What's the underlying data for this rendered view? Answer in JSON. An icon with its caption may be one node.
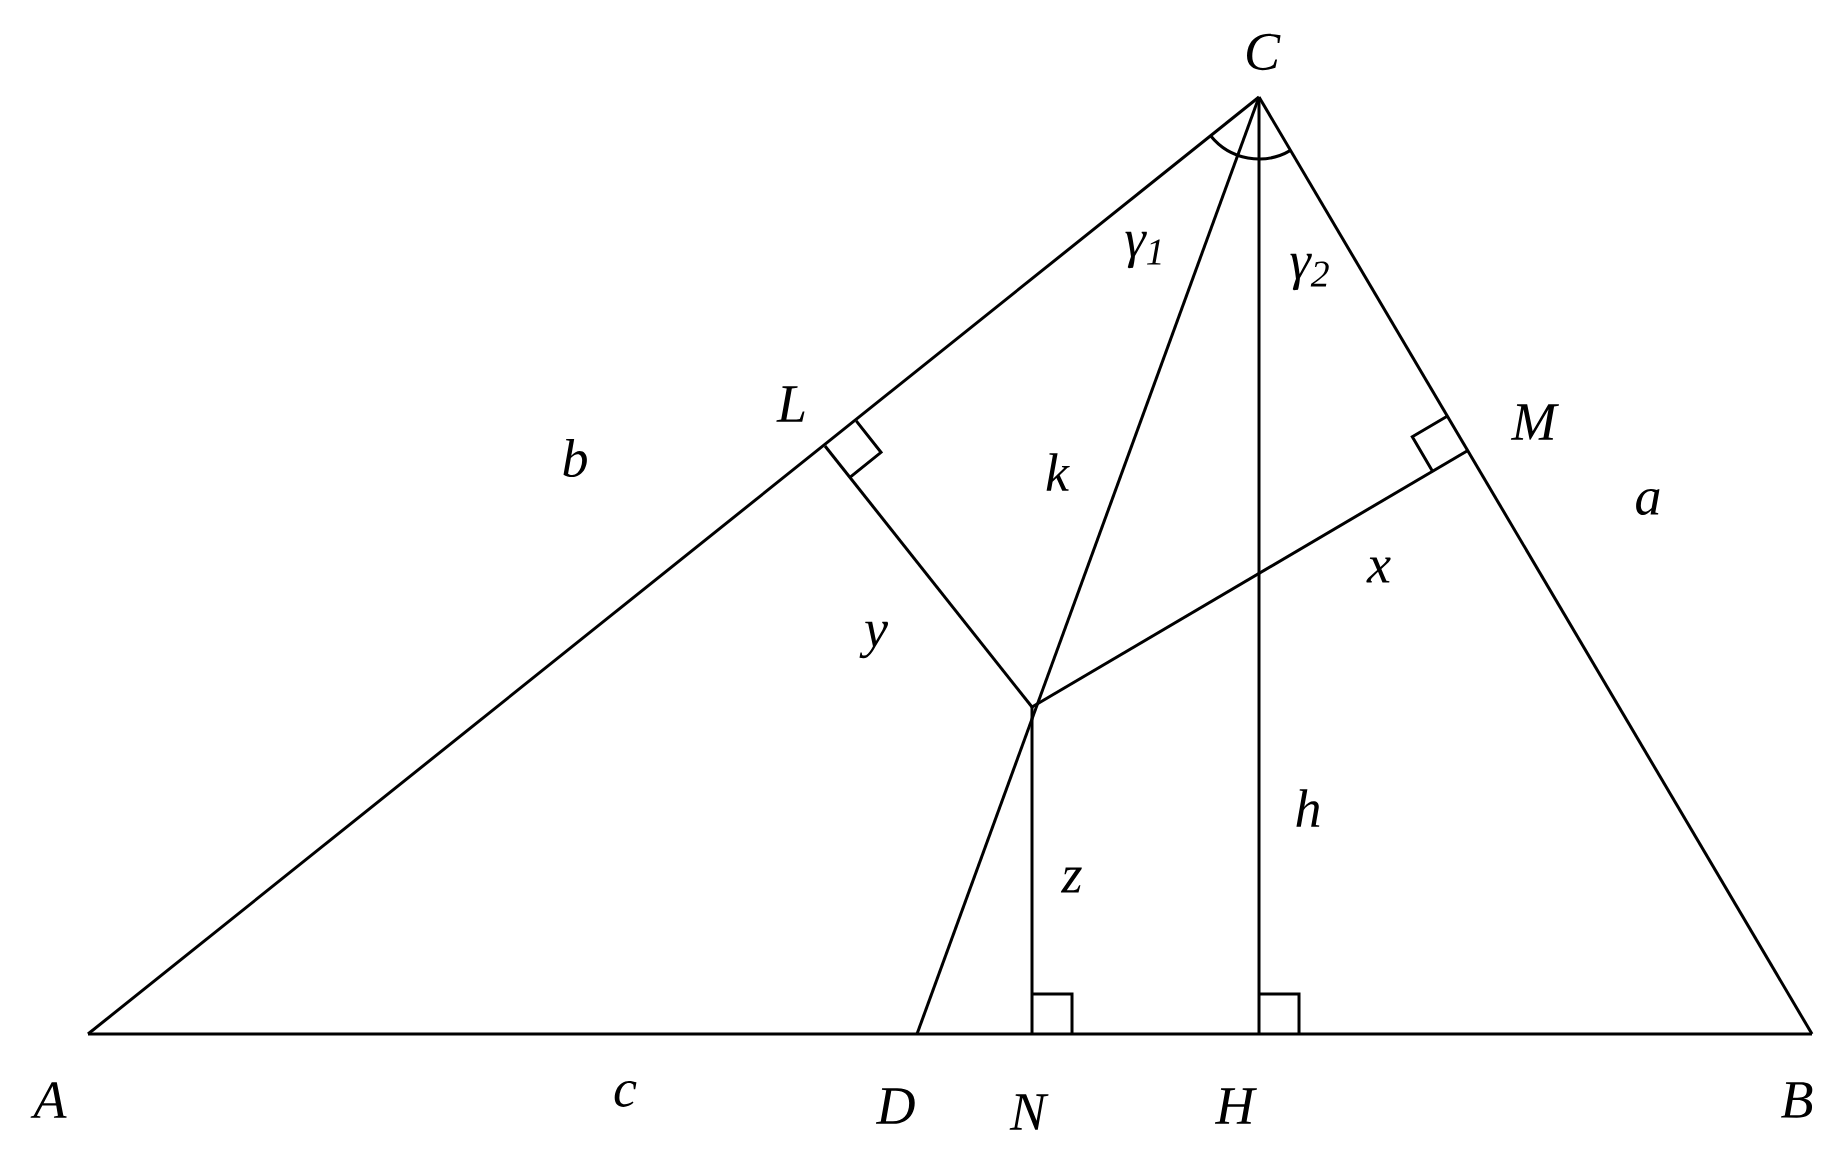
{
  "diagram": {
    "labels": [
      "C",
      "γ$_{1}$",
      "γ$_{2}$",
      "L",
      "M",
      "b",
      "k",
      "a",
      "x",
      "y",
      "h",
      "z",
      "A",
      "c",
      "D",
      "N",
      "H",
      "B"
    ]
  }
}
